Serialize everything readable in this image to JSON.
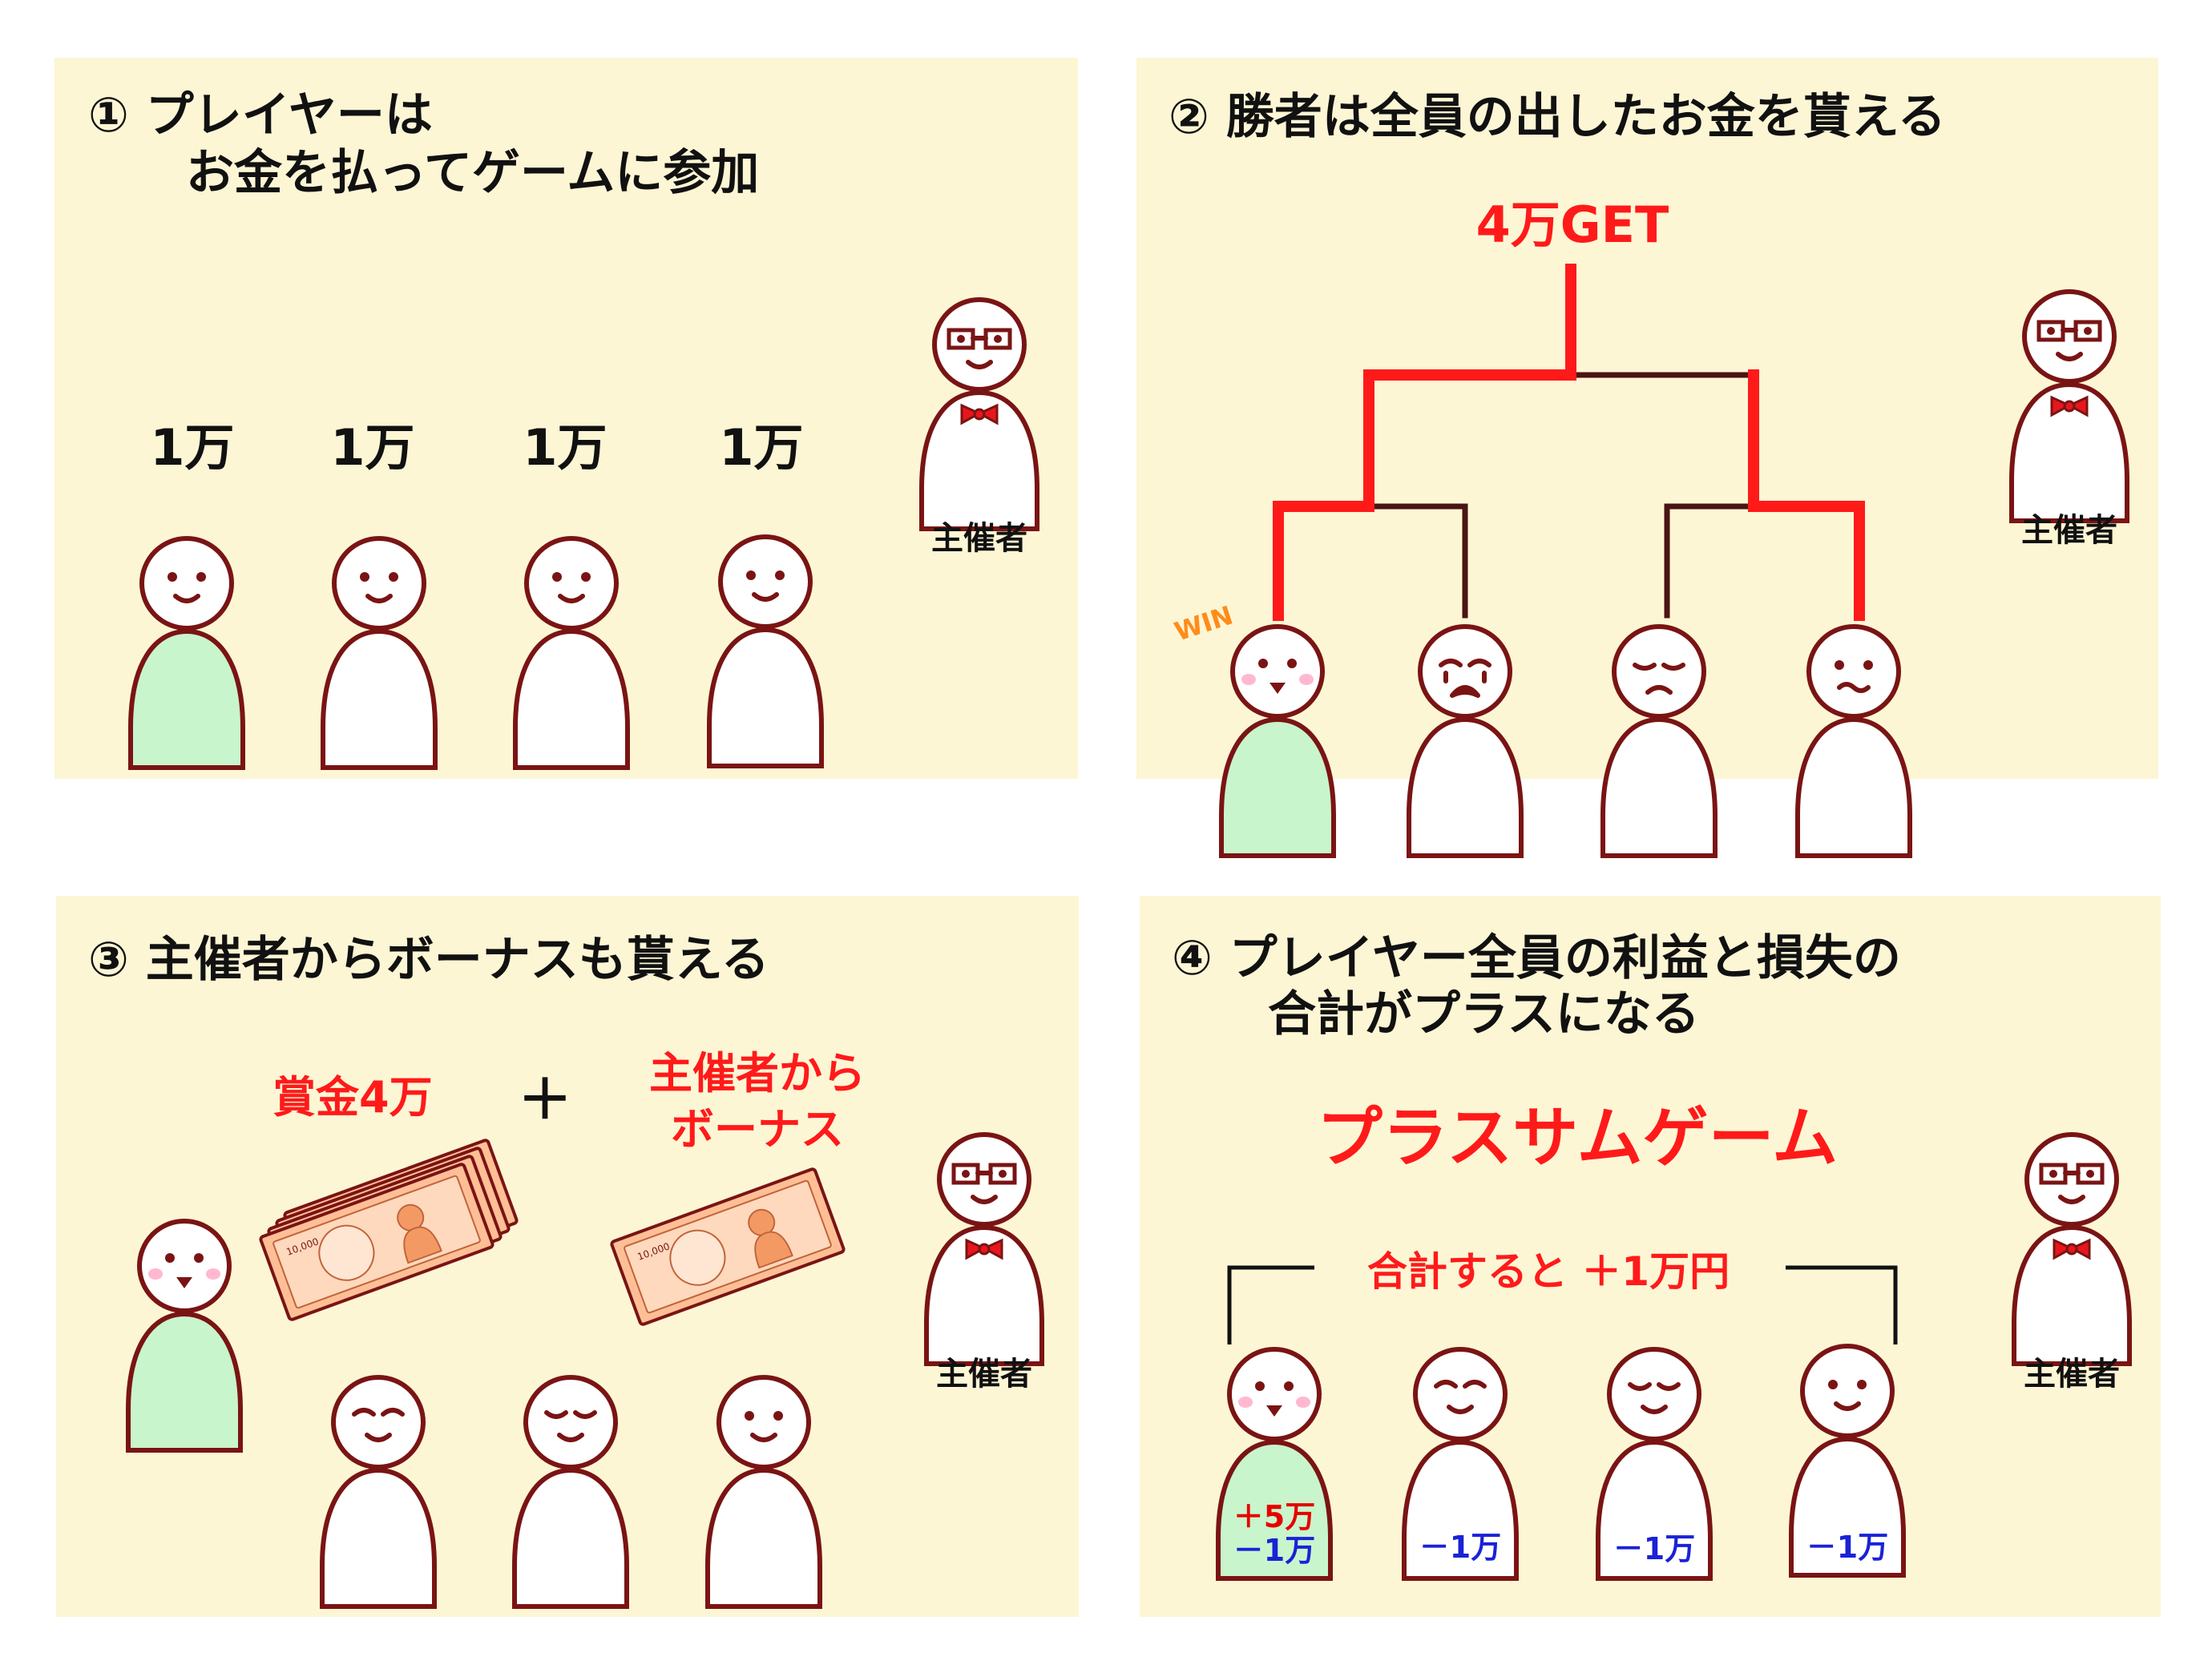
{
  "panel1": {
    "title_line1": "① プレイヤーは",
    "title_line2": "お金を払ってゲームに参加",
    "amounts": [
      "1万",
      "1万",
      "1万",
      "1万"
    ],
    "host_label": "主催者"
  },
  "panel2": {
    "title": "② 勝者は全員の出したお金を貰える",
    "prize": "4万GET",
    "win_label": "WIN",
    "host_label": "主催者"
  },
  "panel3": {
    "title": "③ 主催者からボーナスも貰える",
    "prize_label": "賞金4万",
    "plus_sign": "＋",
    "bonus_line1": "主催者から",
    "bonus_line2": "ボーナス",
    "bill_text": "10,000",
    "host_label": "主催者"
  },
  "panel4": {
    "title_line1": "④ プレイヤー全員の利益と損失の",
    "title_line2": "合計がプラスになる",
    "game_name": "プラスサムゲーム",
    "sum_label": "合計すると ＋1万円",
    "winner_gain": "＋5万",
    "winner_cost": "－1万",
    "player_costs": [
      "－1万",
      "－1万",
      "－1万"
    ],
    "host_label": "主催者"
  },
  "colors": {
    "panel_bg": "#fdf6d5",
    "outline": "#7a1414",
    "winner_body": "#c8f5cc",
    "accent_red": "#ff1a1a",
    "accent_blue": "#1a22d6",
    "bow_tie": "#e8161c"
  }
}
